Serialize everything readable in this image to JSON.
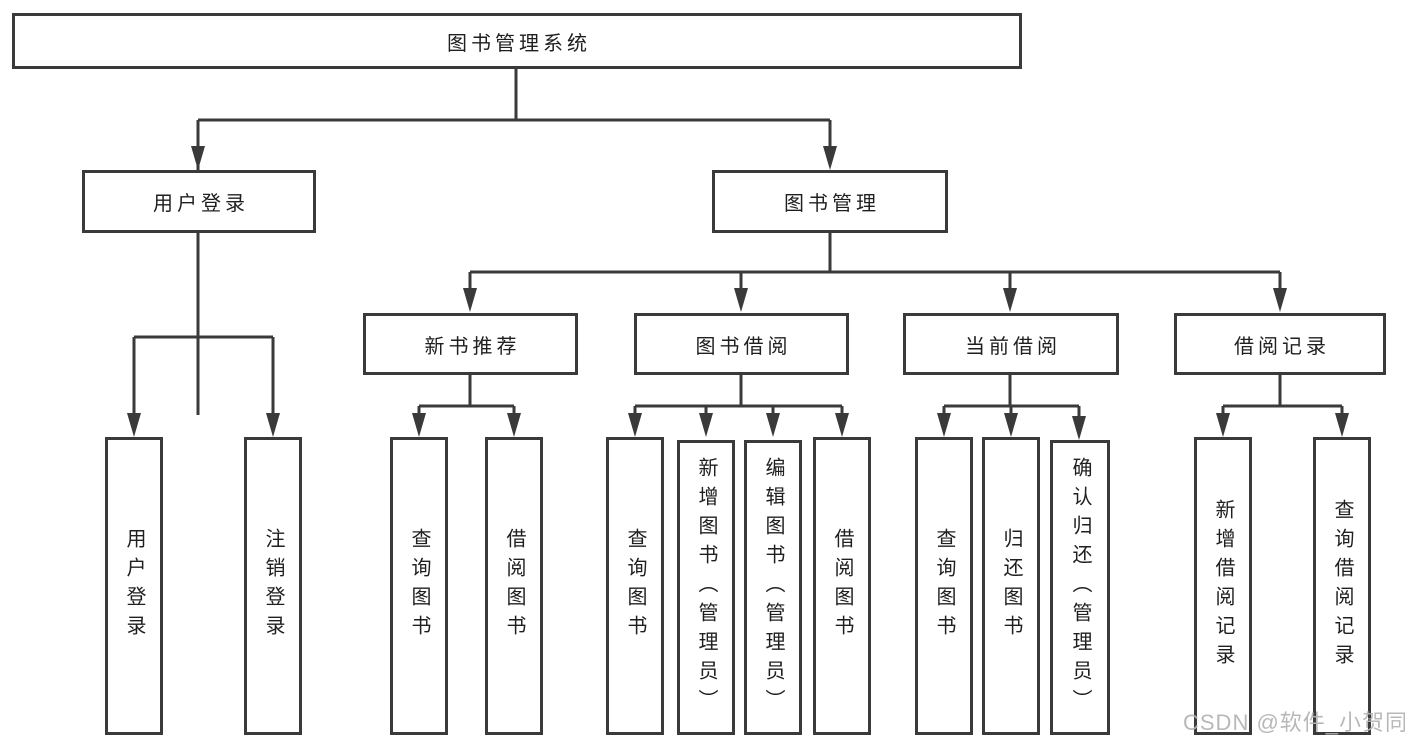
{
  "diagram": {
    "root": {
      "label": "图书管理系统"
    },
    "branches": [
      {
        "label": "用户登录",
        "children": [
          {
            "label": "用户登录"
          },
          {
            "label": "注销登录"
          }
        ]
      },
      {
        "label": "图书管理",
        "sections": [
          {
            "label": "新书推荐",
            "children": [
              {
                "label": "查询图书"
              },
              {
                "label": "借阅图书"
              }
            ]
          },
          {
            "label": "图书借阅",
            "children": [
              {
                "label": "查询图书"
              },
              {
                "label": "新增图书（管理员）"
              },
              {
                "label": "编辑图书（管理员）"
              },
              {
                "label": "借阅图书"
              }
            ]
          },
          {
            "label": "当前借阅",
            "children": [
              {
                "label": "查询图书"
              },
              {
                "label": "归还图书"
              },
              {
                "label": "确认归还（管理员）"
              }
            ]
          },
          {
            "label": "借阅记录",
            "children": [
              {
                "label": "新增借阅记录"
              },
              {
                "label": "查询借阅记录"
              }
            ]
          }
        ]
      }
    ]
  },
  "watermark": {
    "text": "CSDN @软件_小贺同学"
  },
  "colors": {
    "line": "#3a3a3a",
    "box_border": "#3a3a3a",
    "text": "#1f1f1f",
    "watermark": "#b3b3b3",
    "background": "#ffffff"
  }
}
